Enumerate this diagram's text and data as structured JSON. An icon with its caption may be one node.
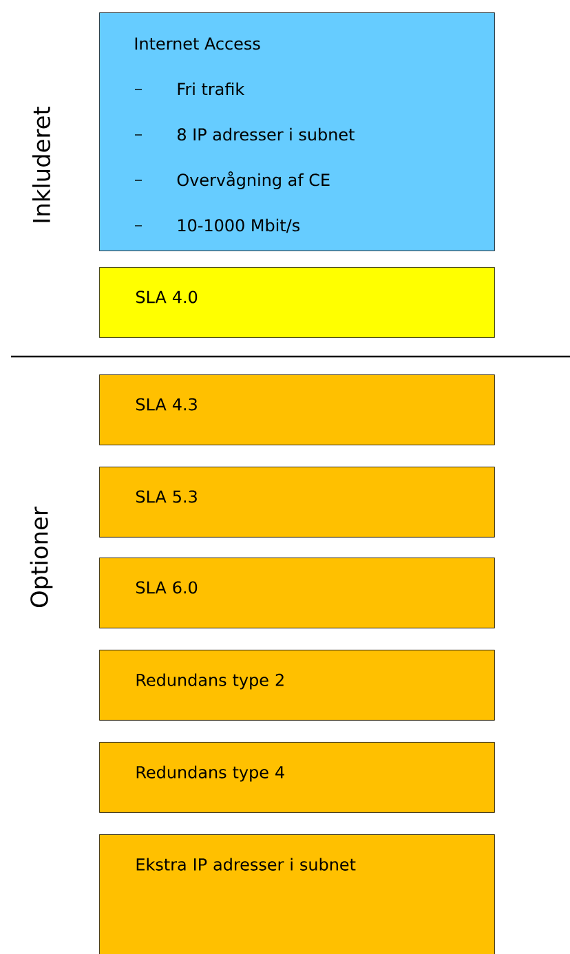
{
  "diagram": {
    "nodes": [
      {
        "text": [
          "Internet Access",
          "Fri trafik",
          "8 IP adresser i subnet",
          "Overvågning af CE",
          "10-1000 Mbit/s"
        ]
      },
      {
        "text": [
          "SLA 4.0"
        ]
      },
      {
        "text": [
          "SLA 4.3"
        ]
      },
      {
        "text": [
          "SLA 5.3"
        ]
      },
      {
        "text": [
          "SLA 6.0"
        ]
      },
      {
        "text": [
          "Redundans type 2"
        ]
      },
      {
        "text": [
          "Redundans type 4"
        ]
      },
      {
        "text": [
          "Ekstra IP adresser i subnet"
        ]
      }
    ],
    "labels": [
      "Inkluderet",
      "Optioner"
    ]
  }
}
